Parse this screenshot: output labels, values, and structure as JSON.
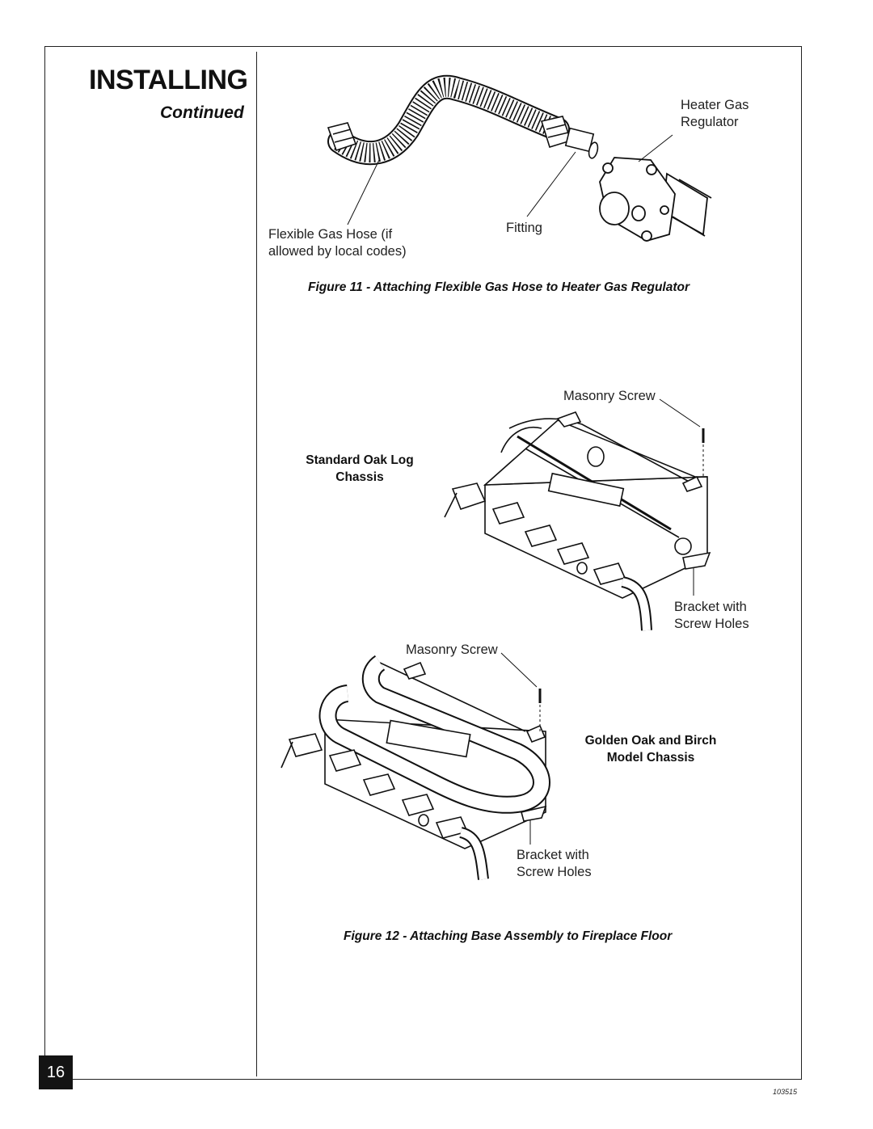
{
  "header": {
    "section_title": "INSTALLING",
    "subtitle": "Continued"
  },
  "figure11": {
    "labels": {
      "heater_gas_regulator_line1": "Heater Gas",
      "heater_gas_regulator_line2": "Regulator",
      "fitting": "Fitting",
      "flexible_hose_line1": "Flexible Gas Hose (if",
      "flexible_hose_line2": "allowed by local codes)"
    },
    "caption": "Figure 11 - Attaching Flexible Gas Hose to Heater Gas Regulator"
  },
  "figure12": {
    "labels": {
      "masonry_screw_top": "Masonry Screw",
      "standard_chassis_line1": "Standard Oak Log",
      "standard_chassis_line2": "Chassis",
      "bracket_top_line1": "Bracket with",
      "bracket_top_line2": "Screw Holes",
      "masonry_screw_bottom": "Masonry Screw",
      "golden_chassis_line1": "Golden Oak and Birch",
      "golden_chassis_line2": "Model Chassis",
      "bracket_bottom_line1": "Bracket with",
      "bracket_bottom_line2": "Screw Holes"
    },
    "caption": "Figure 12 - Attaching Base Assembly to Fireplace Floor"
  },
  "footer": {
    "page_number": "16",
    "document_number": "103515"
  }
}
